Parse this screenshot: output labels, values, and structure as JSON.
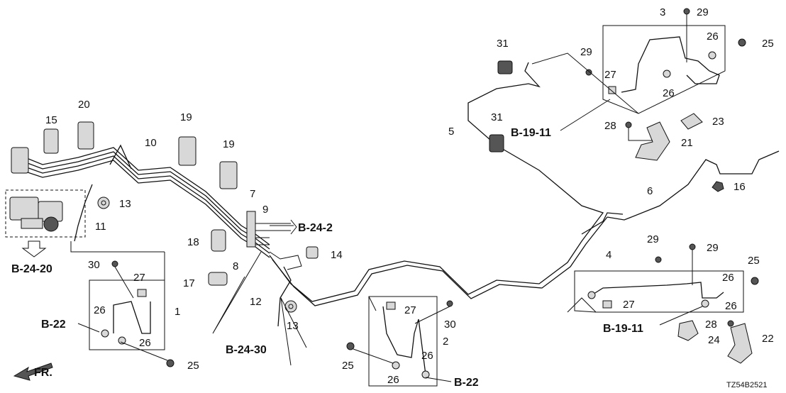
{
  "callouts": {
    "c1": "1",
    "c2": "2",
    "c3": "3",
    "c4": "4",
    "c5": "5",
    "c6": "6",
    "c7": "7",
    "c8": "8",
    "c9": "9",
    "c10": "10",
    "c11": "11",
    "c12": "12",
    "c13a": "13",
    "c13b": "13",
    "c14": "14",
    "c15": "15",
    "c16": "16",
    "c17": "17",
    "c18": "18",
    "c19a": "19",
    "c19b": "19",
    "c20": "20",
    "c21": "21",
    "c22": "22",
    "c23": "23",
    "c24": "24",
    "c25a": "25",
    "c25b": "25",
    "c25c": "25",
    "c25d": "25",
    "c26a": "26",
    "c26b": "26",
    "c26c": "26",
    "c26d": "26",
    "c26e": "26",
    "c26f": "26",
    "c26g": "26",
    "c26h": "26",
    "c27a": "27",
    "c27b": "27",
    "c27c": "27",
    "c27d": "27",
    "c28a": "28",
    "c28b": "28",
    "c29a": "29",
    "c29b": "29",
    "c29c": "29",
    "c29d": "29",
    "c30a": "30",
    "c30b": "30",
    "c31a": "31",
    "c31b": "31"
  },
  "references": {
    "b24_20": "B-24-20",
    "b24_2": "B-24-2",
    "b24_30": "B-24-30",
    "b22_left": "B-22",
    "b22_bottom": "B-22",
    "b19_11_top": "B-19-11",
    "b19_11_right": "B-19-11"
  },
  "front_label": "FR.",
  "diagram_code": "TZ54B2521"
}
